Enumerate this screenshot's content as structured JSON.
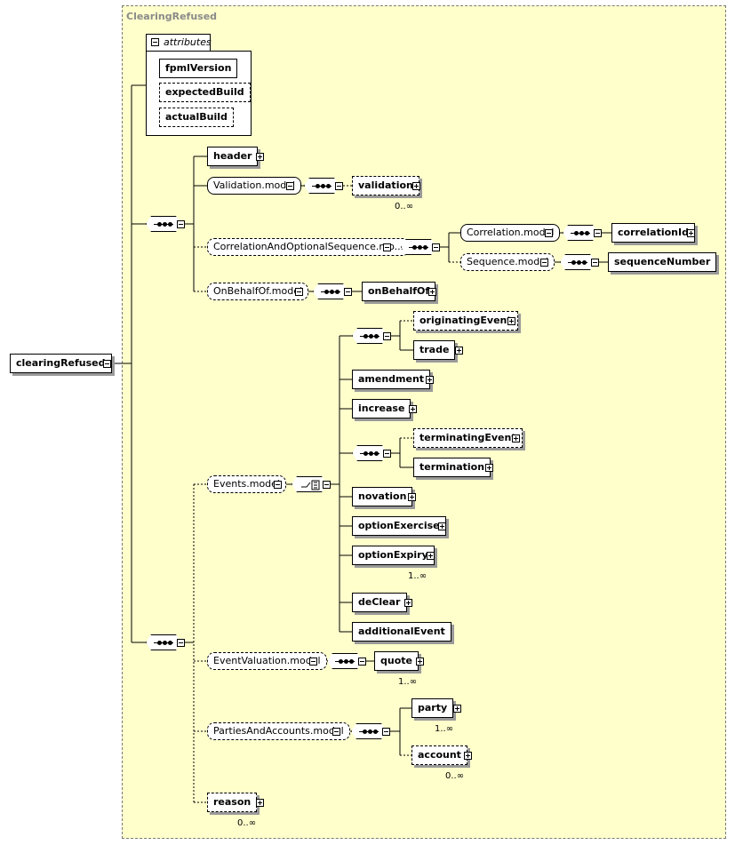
{
  "diagram": {
    "panel_title": "ClearingRefused",
    "root": "clearingRefused",
    "attributes_label": "attributes",
    "attributes": [
      "fpmlVersion",
      "expectedBuild",
      "actualBuild"
    ],
    "elements": {
      "header": "header",
      "validation_model": "Validation.model",
      "validation": "validation",
      "validation_card": "0..∞",
      "corr_seq_model": "CorrelationAndOptionalSequence.mo...",
      "correlation_model": "Correlation.model",
      "correlation_id": "correlationId",
      "sequence_model": "Sequence.model",
      "sequence_number": "sequenceNumber",
      "on_behalf_of_model": "OnBehalfOf.model",
      "on_behalf_of": "onBehalfOf",
      "events_model": "Events.model",
      "originating_event": "originatingEvent",
      "trade": "trade",
      "amendment": "amendment",
      "increase": "increase",
      "terminating_event": "terminatingEvent",
      "termination": "termination",
      "novation": "novation",
      "option_exercise": "optionExercise",
      "option_expiry": "optionExpiry",
      "option_expiry_card": "1..∞",
      "de_clear": "deClear",
      "additional_event": "additionalEvent",
      "event_valuation_model": "EventValuation.model",
      "quote": "quote",
      "quote_card": "1..∞",
      "parties_accounts_model": "PartiesAndAccounts.model",
      "party": "party",
      "party_card": "1..∞",
      "account": "account",
      "account_card": "0..∞",
      "reason": "reason",
      "reason_card": "0..∞"
    }
  }
}
